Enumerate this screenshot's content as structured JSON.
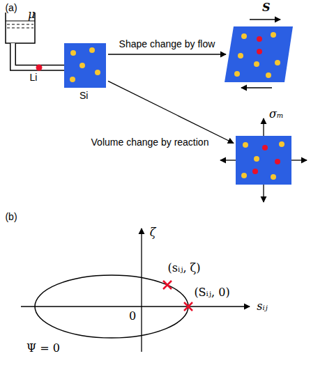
{
  "diagram": {
    "nodes": [
      {
        "text": [
          "μ"
        ]
      },
      {
        "text": [
          "Si"
        ]
      },
      {
        "text": [
          "S"
        ]
      },
      {
        "text": [
          "σₘ"
        ]
      }
    ],
    "edges": [
      {
        "from": 0,
        "to": 1,
        "arrow": "none",
        "label": "Li"
      },
      {
        "from": 1,
        "to": 2,
        "arrow": "to",
        "label": "Shape change by flow"
      },
      {
        "from": 1,
        "to": 3,
        "arrow": "to",
        "label": "Volume change by reaction"
      }
    ],
    "labels": [
      "(a)",
      "(b)",
      "ζ",
      "sᵢⱼ",
      "0",
      "(sᵢⱼ, ζ)",
      "(Sᵢⱼ, 0)",
      "Ψ = 0"
    ]
  }
}
